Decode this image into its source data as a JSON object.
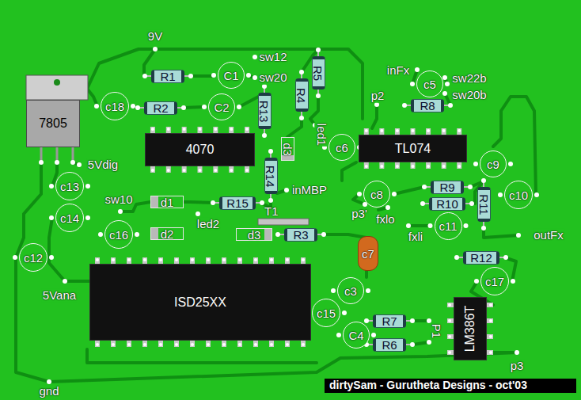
{
  "diagram": {
    "nodes": [
      {
        "text": [
          "7805"
        ]
      },
      {
        "text": [
          "R1"
        ]
      },
      {
        "text": [
          "C1"
        ]
      },
      {
        "text": [
          "R5"
        ]
      },
      {
        "text": [
          "c18"
        ]
      },
      {
        "text": [
          "R2"
        ]
      },
      {
        "text": [
          "C2"
        ]
      },
      {
        "text": [
          "R13"
        ]
      },
      {
        "text": [
          "R4"
        ]
      },
      {
        "text": [
          "c5"
        ]
      },
      {
        "text": [
          "R8"
        ]
      },
      {
        "text": [
          "4070"
        ]
      },
      {
        "text": [
          "d3"
        ]
      },
      {
        "text": [
          "c6"
        ]
      },
      {
        "text": [
          "TL074"
        ]
      },
      {
        "text": [
          "c9"
        ]
      },
      {
        "text": [
          "c13"
        ]
      },
      {
        "text": [
          "R14"
        ]
      },
      {
        "text": [
          "R9"
        ]
      },
      {
        "text": [
          "R10"
        ]
      },
      {
        "text": [
          "c8"
        ]
      },
      {
        "text": [
          "c10"
        ]
      },
      {
        "text": [
          "R11"
        ]
      },
      {
        "text": [
          "d1"
        ]
      },
      {
        "text": [
          "R15"
        ]
      },
      {
        "text": [
          "c14"
        ]
      },
      {
        "text": [
          "T1"
        ]
      },
      {
        "text": [
          "c11"
        ]
      },
      {
        "text": [
          "c16"
        ]
      },
      {
        "text": [
          "d2"
        ]
      },
      {
        "text": [
          "d3"
        ]
      },
      {
        "text": [
          "R3"
        ]
      },
      {
        "text": [
          "c7"
        ]
      },
      {
        "text": [
          "R12"
        ]
      },
      {
        "text": [
          "c12"
        ]
      },
      {
        "text": [
          "c17"
        ]
      },
      {
        "text": [
          "c3"
        ]
      },
      {
        "text": [
          "ISD25XX"
        ]
      },
      {
        "text": [
          "c15"
        ]
      },
      {
        "text": [
          "R7"
        ]
      },
      {
        "text": [
          "LM386T"
        ]
      },
      {
        "text": [
          "C4"
        ]
      },
      {
        "text": [
          "R6"
        ]
      }
    ],
    "labels": [
      "9V",
      "sw12",
      "sw20",
      "led1",
      "inFx",
      "sw22b",
      "sw20b",
      "p2",
      "5Vdig",
      "sw10",
      "inMBP",
      "led2",
      "p3'",
      "fxlo",
      "fxli",
      "outFx",
      "5Vana",
      "P1",
      "p3",
      "gnd",
      "dirtySam - Gurutheta Designs - oct'03"
    ]
  }
}
